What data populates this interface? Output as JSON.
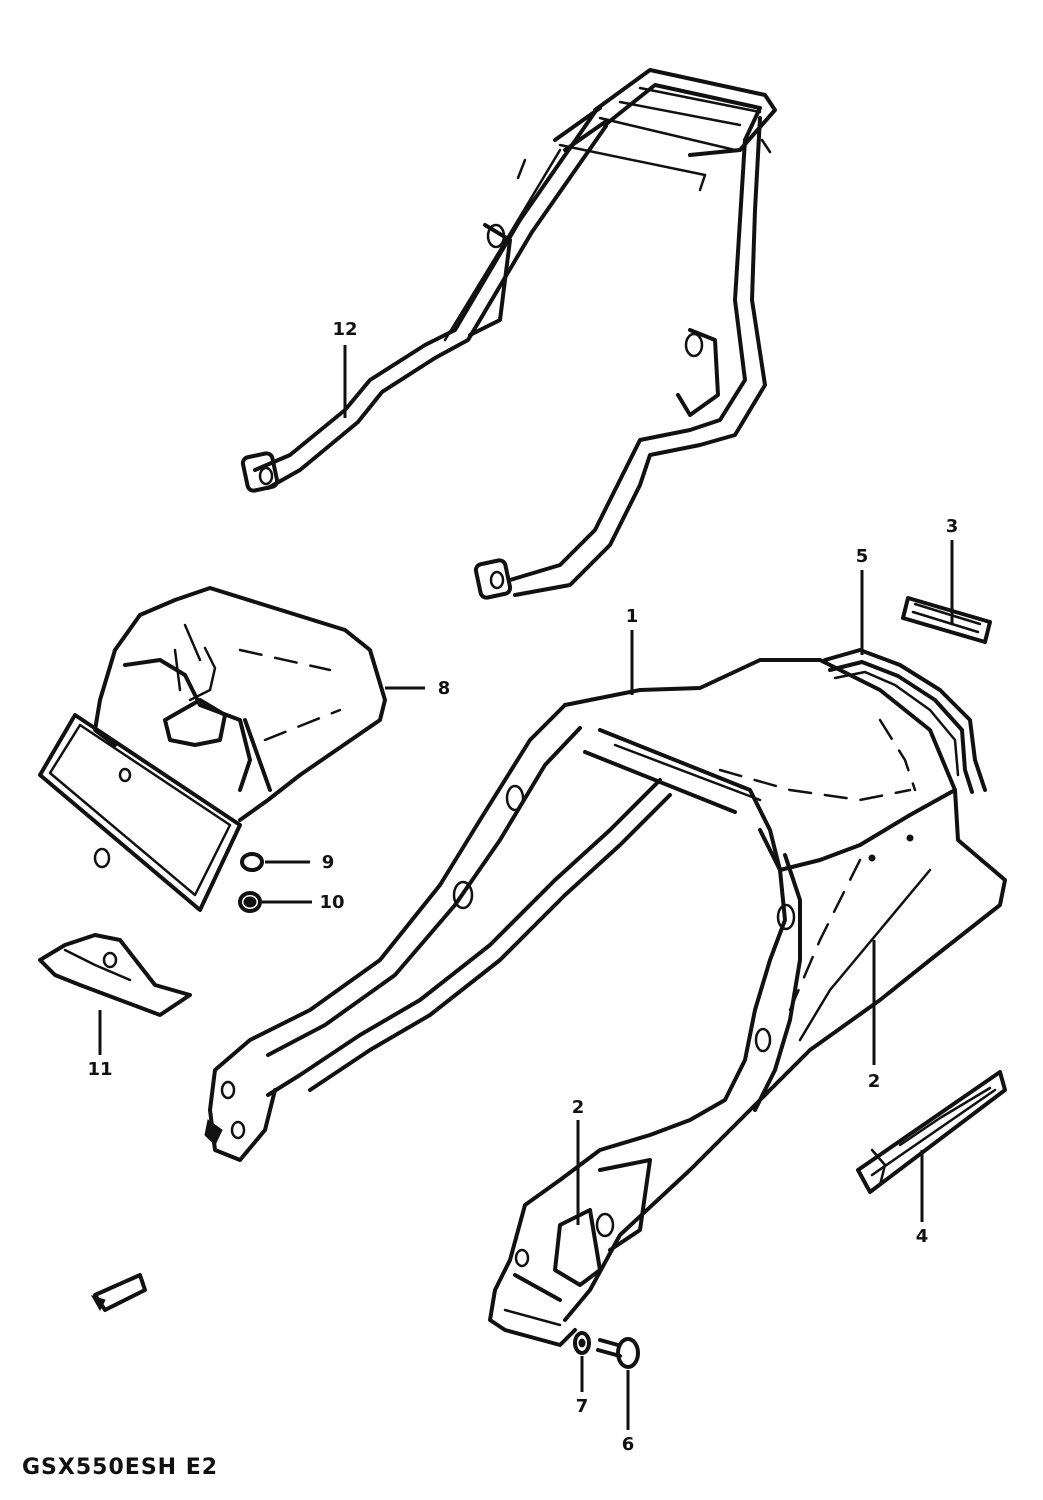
{
  "diagram": {
    "model_code": "GSX550ESH E2",
    "callouts": [
      {
        "id": "12",
        "label": "12"
      },
      {
        "id": "1",
        "label": "1"
      },
      {
        "id": "2a",
        "label": "2"
      },
      {
        "id": "2b",
        "label": "2"
      },
      {
        "id": "3",
        "label": "3"
      },
      {
        "id": "4",
        "label": "4"
      },
      {
        "id": "5",
        "label": "5"
      },
      {
        "id": "6",
        "label": "6"
      },
      {
        "id": "7",
        "label": "7"
      },
      {
        "id": "8",
        "label": "8"
      },
      {
        "id": "9",
        "label": "9"
      },
      {
        "id": "10",
        "label": "10"
      },
      {
        "id": "11",
        "label": "11"
      }
    ]
  }
}
